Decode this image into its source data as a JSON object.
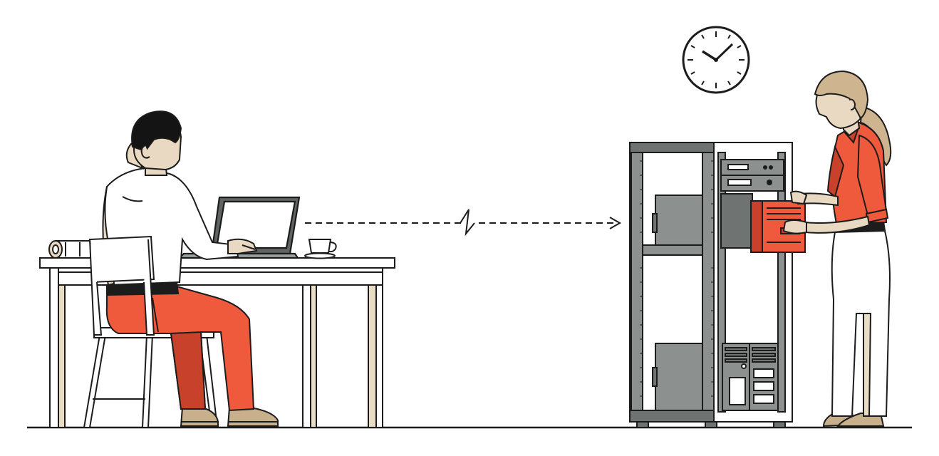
{
  "illustration": {
    "palette": {
      "ink": "#1c1c1c",
      "accent": "#f05a3c",
      "accent_dark": "#c8412a",
      "metal": "#8c9190",
      "metal_dark": "#6f7473",
      "skin": "#ead9c2",
      "hair_man": "#141414",
      "hair_woman": "#cfb58f",
      "paper": "#ffffff",
      "wood_shade": "#e9dcc4"
    },
    "elements": [
      "man-at-desk",
      "laptop",
      "coffee-cup",
      "rolled-blueprint",
      "remote-connection-arrow",
      "wall-clock",
      "server-rack",
      "technician-woman"
    ]
  }
}
